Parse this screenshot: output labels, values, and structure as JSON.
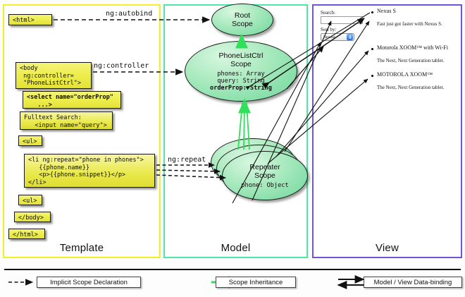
{
  "panels": {
    "template": {
      "label": "Template",
      "border_color": "#f2ef2a"
    },
    "model": {
      "label": "Model",
      "border_color": "#4de7a8"
    },
    "view": {
      "label": "View",
      "border_color": "#6f54e0"
    }
  },
  "template_code": [
    {
      "name": "html-open",
      "text": "<html>"
    },
    {
      "name": "body-open",
      "text": "<body\n ng:controller=\n \"PhoneListCtrl\">"
    },
    {
      "name": "select",
      "text": "<select name=\"orderProp\"\n   ...>"
    },
    {
      "name": "search",
      "text": "Fulltext Search:\n   <input name=\"query\">"
    },
    {
      "name": "ul-open",
      "text": "<ul>"
    },
    {
      "name": "li-repeat",
      "text": "<li ng:repeat=\"phone in phones\">\n   {{phone.name}}\n   <p>{{phone.snippet}}</p>\n</li>"
    },
    {
      "name": "ul-close",
      "text": "<ul>"
    },
    {
      "name": "body-close",
      "text": "</body>"
    },
    {
      "name": "html-close",
      "text": "</html>"
    }
  ],
  "connectors": {
    "autobind": "ng:autobind",
    "controller": "ng:controller",
    "repeat": "ng:repeat"
  },
  "scopes": {
    "root": {
      "title_line1": "Root",
      "title_line2": "Scope",
      "props": []
    },
    "phonelist": {
      "title_line1": "PhoneListCtrl",
      "title_line2": "Scope",
      "props": [
        {
          "text": "phones: Array",
          "bold": false
        },
        {
          "text": "query: String",
          "bold": false
        },
        {
          "text": "orderProp: String",
          "bold": true
        }
      ]
    },
    "repeater": {
      "title_line1": "Repeater",
      "title_line2": "Scope",
      "props": [
        {
          "text": "phone: Object",
          "bold": false
        }
      ]
    }
  },
  "view": {
    "search_label": "Search:",
    "search_value": "",
    "search_placeholder": "",
    "sort_label": "Sort by:",
    "sort_selected": "Newest",
    "sort_options": [
      "Newest"
    ],
    "phones": [
      {
        "name": "Nexus S",
        "snippet": "Fast just got faster with Nexus S."
      },
      {
        "name": "Motorola XOOM™  with Wi-Fi",
        "snippet": "The Next, Next Generation tablet."
      },
      {
        "name": "MOTOROLA XOOM™",
        "snippet": "The Next, Next Generation tablet."
      }
    ]
  },
  "legend": [
    {
      "name": "implicit-scope-declaration",
      "label": "Implicit Scope Declaration",
      "arrow": "dashed-arrow",
      "color": "#111111"
    },
    {
      "name": "scope-inheritance",
      "label": "Scope Inheritance",
      "arrow": "green-arrow",
      "color": "#2ee05a"
    },
    {
      "name": "model-view-data-binding",
      "label": "Model / View Data-binding",
      "arrow": "double-arrow",
      "color": "#111111"
    }
  ]
}
